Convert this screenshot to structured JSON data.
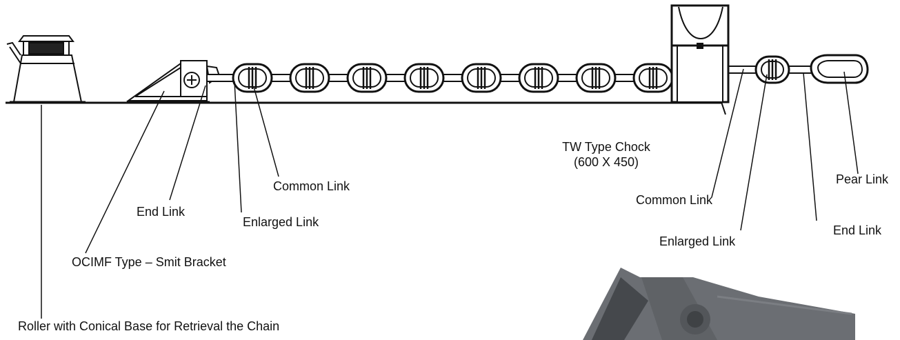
{
  "labels": {
    "roller": "Roller with Conical Base for Retrieval the Chain",
    "bracket": "OCIMF Type – Smit Bracket",
    "end_link_left": "End Link",
    "enlarged_link_left": "Enlarged Link",
    "common_link_left": "Common Link",
    "chock_line1": "TW Type Chock",
    "chock_line2": "(600 X 450)",
    "common_link_right": "Common Link",
    "enlarged_link_right": "Enlarged Link",
    "end_link_right": "End Link",
    "pear_link": "Pear Link"
  },
  "colors": {
    "line": "#111111",
    "steel_photo": "#6b6e73",
    "steel_photo_dark": "#45484c"
  }
}
